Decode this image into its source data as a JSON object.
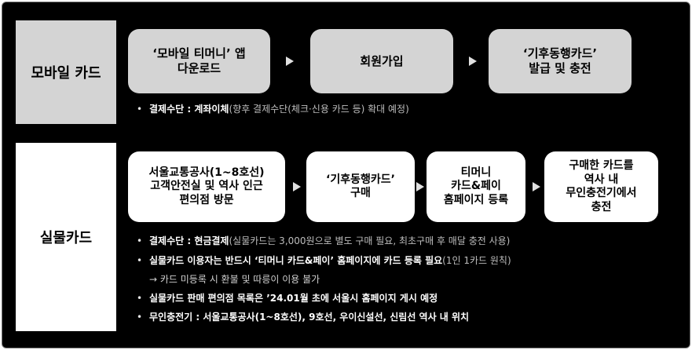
{
  "mobile": {
    "label": "모바일 카드",
    "steps": [
      "‘모바일 티머니’ 앱\n다운로드",
      "회원가입",
      "‘기후동행카드’\n발급 및 충전"
    ],
    "note": {
      "bullet": "•",
      "key": "결제수단 : 계좌이체",
      "rest": "(향후 결제수단(체크·신용 카드 등) 확대 예정)"
    }
  },
  "physical": {
    "label": "실물카드",
    "steps": [
      "서울교통공사(1~8호선)\n고객안전실 및 역사 인근\n편의점 방문",
      "‘기후동행카드’\n구매",
      "티머니\n카드&페이\n홈페이지 등록",
      "구매한 카드를\n역사 내\n무인충전기에서\n충전"
    ],
    "notes": [
      {
        "key": "결제수단 : 현금결제",
        "rest": "(실물카드는 3,000원으로 별도 구매 필요, 최초구매 후 매달 충전 사용)"
      },
      {
        "key": "실물카드 이용자는 반드시 ‘티머니 카드&페이’ 홈페이지에 카드 등록 필요",
        "rest": "(1인 1카드 원칙)"
      },
      {
        "key": "실물카드 판매 편의점 목록은 ’24.01월 초에 서울시 홈페이지 게시 예정",
        "rest": ""
      },
      {
        "key": "무인충전기 : 서울교통공사(1~8호선), 9호선, 우이신설선, 신림선 역사 내 위치",
        "rest": ""
      }
    ],
    "sub_note": "→ 카드 미등록 시 환불 및 따릉이 이용 불가"
  }
}
